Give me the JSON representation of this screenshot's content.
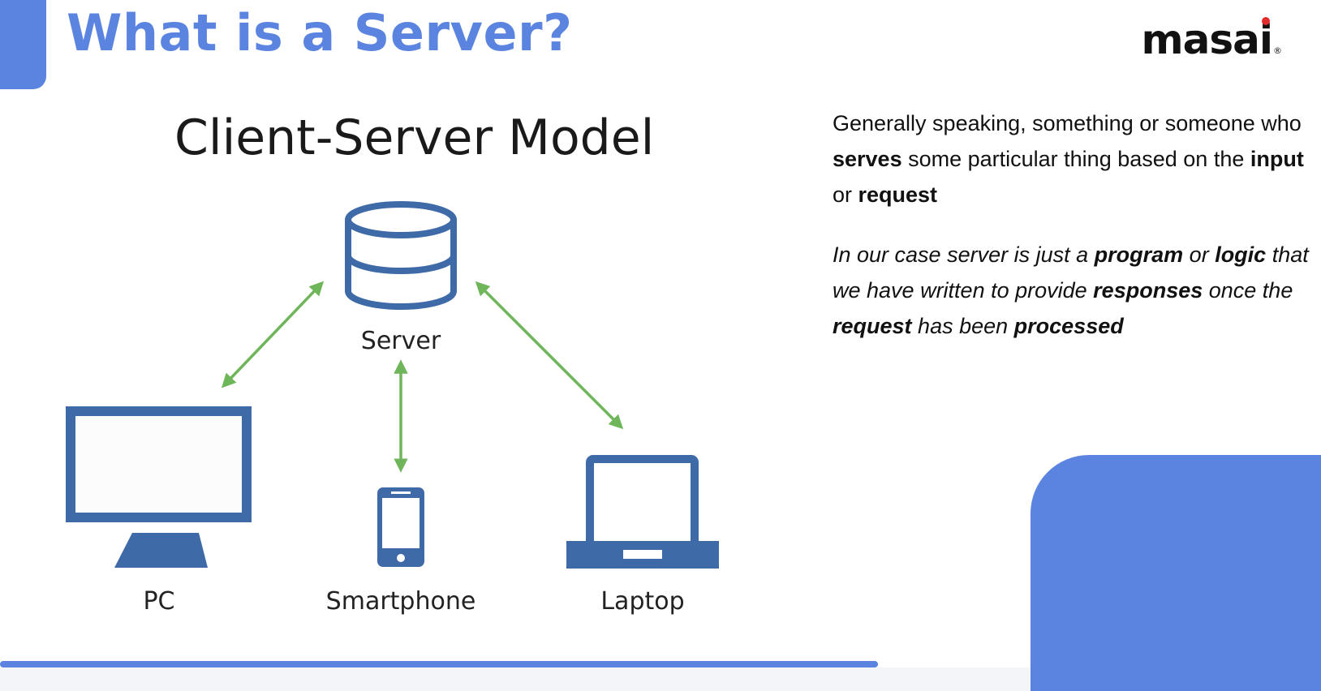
{
  "slide": {
    "title": "What is a Server?",
    "logo_text": "masa",
    "logo_i": "i",
    "logo_reg": "®"
  },
  "diagram": {
    "heading": "Client-Server Model",
    "nodes": {
      "server": "Server",
      "pc": "PC",
      "smartphone": "Smartphone",
      "laptop": "Laptop"
    },
    "icons": [
      "database-icon",
      "monitor-icon",
      "smartphone-icon",
      "laptop-icon"
    ],
    "connections": [
      {
        "from": "Server",
        "to": "PC",
        "bidirectional": true
      },
      {
        "from": "Server",
        "to": "Smartphone",
        "bidirectional": true
      },
      {
        "from": "Server",
        "to": "Laptop",
        "bidirectional": true
      }
    ]
  },
  "description": {
    "p1": [
      {
        "t": "Generally speaking, something or someone who ",
        "s": ""
      },
      {
        "t": "serves",
        "s": "b"
      },
      {
        "t": " some particular thing based on the ",
        "s": ""
      },
      {
        "t": "input",
        "s": "b"
      },
      {
        "t": " or ",
        "s": ""
      },
      {
        "t": "request",
        "s": "b"
      }
    ],
    "p2": [
      {
        "t": "In our case server is just a ",
        "s": "i"
      },
      {
        "t": "program",
        "s": "bi"
      },
      {
        "t": " or ",
        "s": "i"
      },
      {
        "t": "logic",
        "s": "bi"
      },
      {
        "t": " that we have written to provide ",
        "s": "i"
      },
      {
        "t": "responses",
        "s": "bi"
      },
      {
        "t": " once the ",
        "s": "i"
      },
      {
        "t": "request",
        "s": "bi"
      },
      {
        "t": " has been ",
        "s": "i"
      },
      {
        "t": "processed",
        "s": "bi"
      }
    ]
  },
  "colors": {
    "accent": "#5b84e0",
    "icon": "#3f6aa8",
    "arrow": "#6fb55a",
    "text": "#111111"
  }
}
